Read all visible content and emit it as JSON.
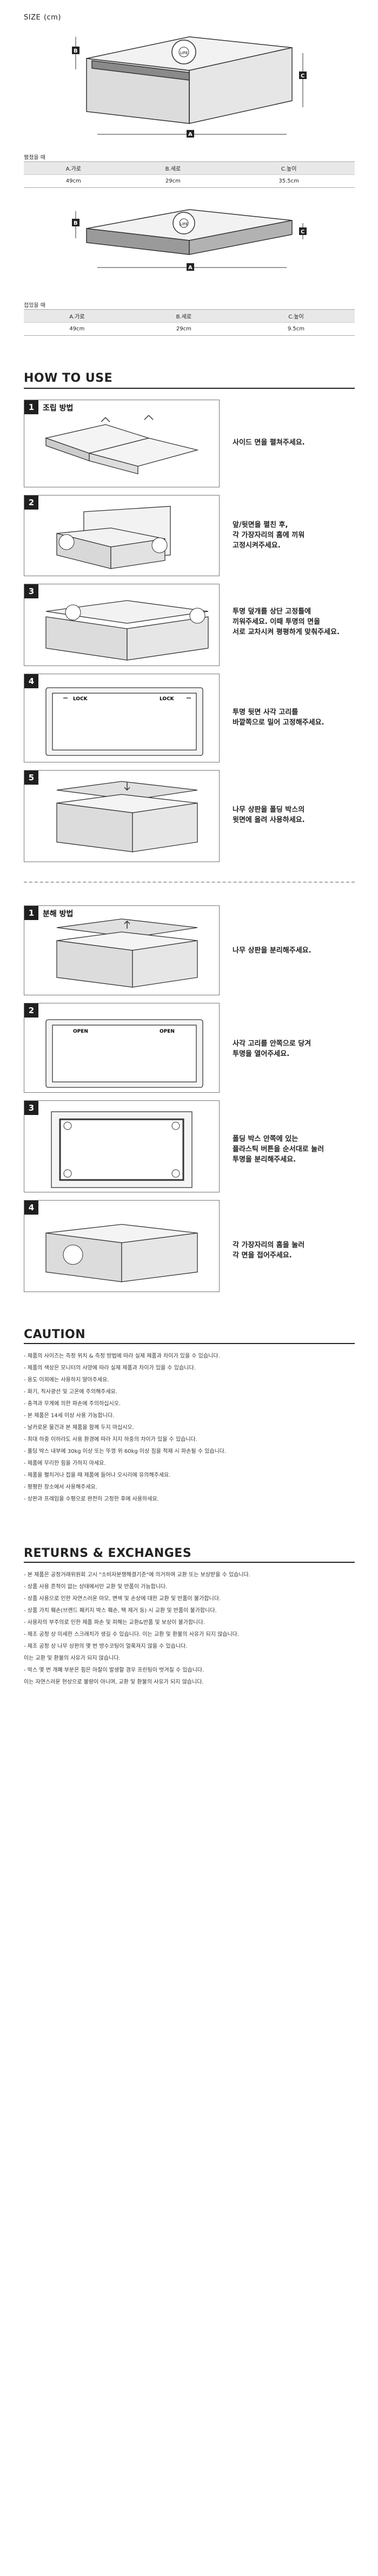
{
  "size": {
    "title": "SIZE",
    "unit": "(cm)",
    "open": {
      "caption": "펼쳤을 때",
      "labels": {
        "a": "A",
        "b": "B",
        "c": "C"
      },
      "headers": [
        "A.가로",
        "B.세로",
        "C.높이"
      ],
      "values": [
        "49cm",
        "29cm",
        "35.5cm"
      ]
    },
    "folded": {
      "caption": "접었을 때",
      "labels": {
        "a": "A",
        "b": "B",
        "c": "C"
      },
      "headers": [
        "A.가로",
        "B.세로",
        "C.높이"
      ],
      "values": [
        "49cm",
        "29cm",
        "9.5cm"
      ]
    },
    "logo_text": "LIFE"
  },
  "howto": {
    "title": "HOW TO USE",
    "assembly": {
      "label": "조립 방법",
      "steps": [
        {
          "num": "1",
          "text": "사이드 면을 펼쳐주세요."
        },
        {
          "num": "2",
          "text": "앞/뒷면을 펼친 후,\n각 가장자리의 홈에 끼워\n고정시켜주세요."
        },
        {
          "num": "3",
          "text": "투명 덮개를 상단 고정틀에\n끼워주세요. 이때 투명의 면을\n서로 교차시켜 평평하게 맞춰주세요."
        },
        {
          "num": "4",
          "text": "투명 뒷면 사각 고리를\n바깥쪽으로 밀어 고정해주세요."
        },
        {
          "num": "5",
          "text": "나무 상판을 폴딩 박스의\n윗면에 올려 사용하세요."
        }
      ],
      "lock_text": "LOCK"
    },
    "disassembly": {
      "label": "분해 방법",
      "steps": [
        {
          "num": "1",
          "text": "나무 상판을 분리해주세요."
        },
        {
          "num": "2",
          "text": "사각 고리를 안쪽으로 당겨\n투명을 열어주세요."
        },
        {
          "num": "3",
          "text": "폴딩 박스 안쪽에 있는\n플라스틱 버튼을 순서대로 눌러\n투명을 분리해주세요."
        },
        {
          "num": "4",
          "text": "각 가장자리의 홈을 눌러\n각 면을 접어주세요."
        }
      ],
      "open_text": "OPEN"
    }
  },
  "caution": {
    "title": "CAUTION",
    "items": [
      "- 제품의 사이즈는 측정 위치 & 측정 방법에 따라 실제 제품과 차이가 있을 수 있습니다.",
      "- 제품의 색상은 모니터의 사양에 따라 실제 제품과 차이가 있을 수 있습니다.",
      "- 용도 이외에는 사용하지 말아주세요.",
      "- 화기, 직사광선 및 고온에 주의해주세요.",
      "- 충격과 무게에 의한 파손에 주의하십시오.",
      "- 본 제품은 14세 이상 사용 가능합니다.",
      "- 날카로운 물건과 본 제품을 함께 두지 마십시오.",
      "- 최대 하중 이하라도 사용 환경에 따라 지지 하중의 차이가 있을 수 있습니다.",
      "- 폴딩 박스 내부에 30kg 이상 또는 뚜껑 위 60kg 이상 짐을 적재 시 파손될 수 있습니다.",
      "- 제품에 무리한 힘을 가하지 마세요.",
      "- 제품을 펼치거나 접을 때 제품에 들어나 오시리에 유의해주세요.",
      "- 평평한 장소에서 사용해주세요.",
      "- 상판과 프레임을 수평으로 완전히 고정한 후에 사용하세요."
    ]
  },
  "returns": {
    "title": "RETURNS & EXCHANGES",
    "items": [
      "- 본 제품은 공정거래위원회 고시 \"소비자분쟁해결기준\"에 의거하여 교환 또는 보상받을 수 있습니다.",
      "- 상품 사용 흔적이 없는 상태에서만 교환 및 반품이 가능합니다.",
      "- 상품 사용으로 인한 자연스러운 마모, 변색 및 손상에 대한 교환 및 반품이 불가합니다.",
      "- 상품 가치 훼손(브랜드 패키지 박스 훼손, 택 제거 등) 시 교환 및 반품이 불가합니다.",
      "- 사용자의 부주의로 인한 제품 파손 및 피해는 교환&반품 및 보상이 불가합니다.",
      "- 제조 공정 상 미세한 스크래치가 생길 수 있습니다. 이는 교환 및 환불의 사유가 되지 않습니다.",
      "- 제조 공정 상 나무 상판의 몇 번 방수코팅이 얼룩져지 않을 수 있습니다.",
      "  이는 교환 및 환불의 사유가 되지 않습니다.",
      "- 박스 몇 번 개폐 부분은 힘은 마찰이 발생할 경우 프린팅이 벗겨질 수 있습니다.",
      "  이는 자연스러운 현상으로 불량이 아니며, 교환 및 환불의 사유가 되지 않습니다."
    ]
  }
}
